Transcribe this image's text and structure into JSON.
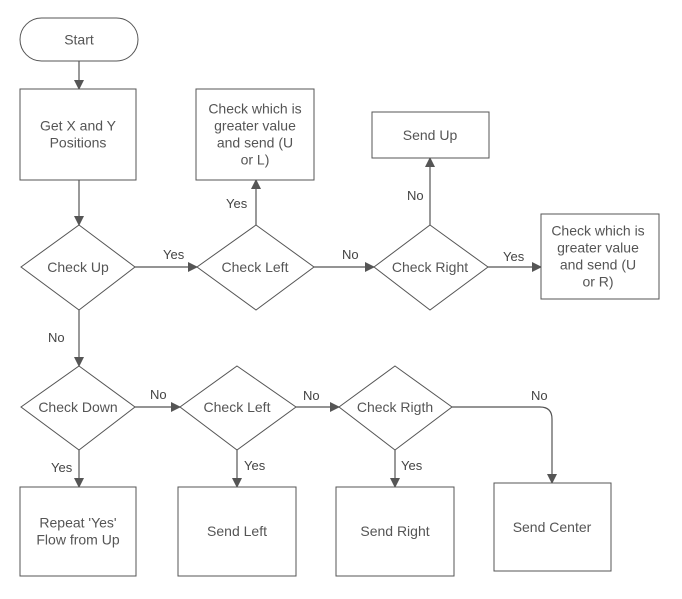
{
  "nodes": {
    "start": {
      "lines": [
        "Start"
      ]
    },
    "get_xy": {
      "lines": [
        "Get X and Y",
        "Positions"
      ]
    },
    "check_up": {
      "lines": [
        "Check Up"
      ]
    },
    "check_left_top": {
      "lines": [
        "Check Left"
      ]
    },
    "check_right_top": {
      "lines": [
        "Check Right"
      ]
    },
    "greater_ul": {
      "lines": [
        "Check which is",
        "greater value",
        "and send (U",
        "or L)"
      ]
    },
    "send_up": {
      "lines": [
        "Send Up"
      ]
    },
    "greater_ur": {
      "lines": [
        "Check which is",
        "greater value",
        "and send (U",
        "or R)"
      ]
    },
    "check_down": {
      "lines": [
        "Check Down"
      ]
    },
    "check_left_bottom": {
      "lines": [
        "Check Left"
      ]
    },
    "check_rigth": {
      "lines": [
        "Check Rigth"
      ]
    },
    "repeat_yes": {
      "lines": [
        "Repeat 'Yes'",
        "Flow from Up"
      ]
    },
    "send_left": {
      "lines": [
        "Send Left"
      ]
    },
    "send_right": {
      "lines": [
        "Send Right"
      ]
    },
    "send_center": {
      "lines": [
        "Send Center"
      ]
    }
  },
  "edges": {
    "up_to_left_yes": "Yes",
    "left_to_greater_yes": "Yes",
    "left_to_right_no": "No",
    "right_to_sendup_no": "No",
    "right_to_greater_yes": "Yes",
    "up_to_down_no": "No",
    "down_to_left_no": "No",
    "down_to_repeat_yes": "Yes",
    "left_to_rigth_no": "No",
    "left_to_sendleft_yes": "Yes",
    "rigth_to_sendright_yes": "Yes",
    "rigth_to_center_no": "No"
  }
}
